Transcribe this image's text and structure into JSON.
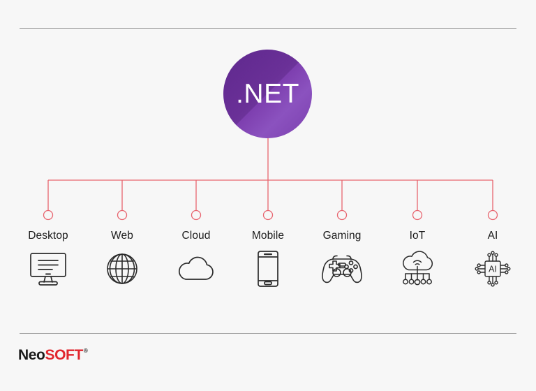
{
  "page": {
    "background_color": "#f7f7f7",
    "rule_color": "#9c9c9c",
    "connector_color": "#e8656f"
  },
  "hub": {
    "label": ".NET",
    "gradient_from": "#6b2f9e",
    "gradient_to": "#8b52bf",
    "text_color": "#ffffff"
  },
  "branches": [
    {
      "label": "Desktop",
      "icon": "monitor-icon"
    },
    {
      "label": "Web",
      "icon": "globe-icon"
    },
    {
      "label": "Cloud",
      "icon": "cloud-icon"
    },
    {
      "label": "Mobile",
      "icon": "smartphone-icon"
    },
    {
      "label": "Gaming",
      "icon": "gamepad-icon"
    },
    {
      "label": "IoT",
      "icon": "cloud-network-icon"
    },
    {
      "label": "AI",
      "icon": "ai-chip-icon"
    }
  ],
  "footer": {
    "logo_neo": "Neo",
    "logo_soft": "SOFT",
    "logo_registered": "®",
    "neo_color": "#1a1a1a",
    "soft_color": "#e1262d"
  }
}
